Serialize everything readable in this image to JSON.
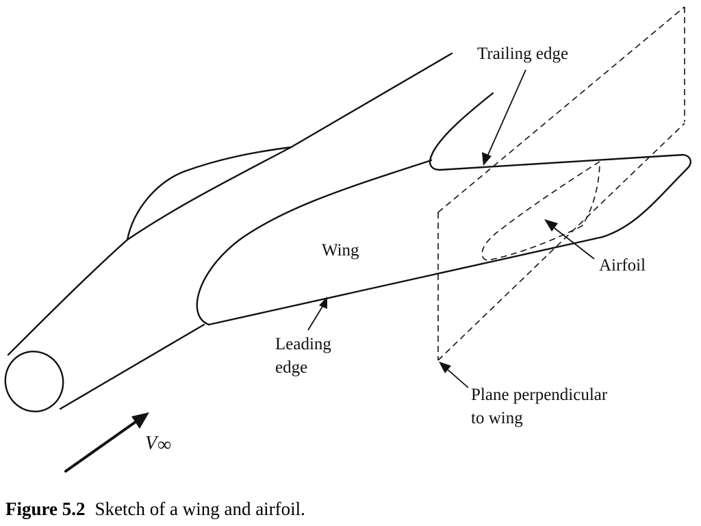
{
  "labels": {
    "trailing_edge": "Trailing edge",
    "wing": "Wing",
    "airfoil": "Airfoil",
    "leading_edge_line1": "Leading",
    "leading_edge_line2": "edge",
    "plane_line1": "Plane perpendicular",
    "plane_line2": "to wing",
    "v_symbol": "V",
    "v_subscript": "∞"
  },
  "caption": {
    "number": "Figure 5.2",
    "text": "Sketch of a wing and airfoil."
  }
}
